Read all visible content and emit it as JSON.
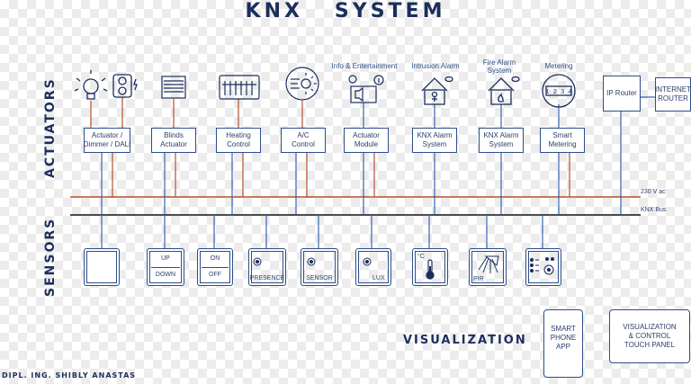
{
  "title": "KNX   SYSTEM",
  "side_labels": {
    "actuators": "ACTUATORS",
    "sensors": "SENSORS"
  },
  "top_labels": {
    "info": "Info & Entertainment",
    "intrusion": "Intrusion Alarm",
    "fire": "Fire Alarm\nSystem",
    "metering": "Metering"
  },
  "actuators": [
    {
      "label": "Actuator /\nDimmer / DALI"
    },
    {
      "label": "Blinds\nActuator"
    },
    {
      "label": "Heating\nControl"
    },
    {
      "label": "A/C\nControl"
    },
    {
      "label": "Actuator\nModule"
    },
    {
      "label": "KNX Alarm\nSystem"
    },
    {
      "label": "KNX Alarm\nSystem"
    },
    {
      "label": "Smart\nMetering"
    }
  ],
  "routers": {
    "ip": "IP Router",
    "internet": "INTERNET\nROUTER"
  },
  "meter_digits": "1 2 3 4",
  "bus_labels": {
    "power": "230 V ac",
    "knx": "KNX Bus"
  },
  "sensors": {
    "up1": "UP",
    "down1": "DOWN",
    "on": "ON",
    "off": "OFF",
    "presence": "PRESENCE",
    "sensor": "SENSOR",
    "lux": "LUX",
    "temp_unit": "°C",
    "pir": "PIR"
  },
  "visualization": {
    "title": "VISUALIZATION",
    "phone": "SMART\nPHONE\nAPP",
    "panel": "VISUALIZATION\n& CONTROL\nTOUCH PANEL"
  },
  "footer": "DIPL. ING. SHIBLY ANASTAS",
  "colors": {
    "navy": "#1b2e5c",
    "line_blue": "#3a64b0",
    "power_red": "#b5502e",
    "bus_black": "#111111"
  }
}
